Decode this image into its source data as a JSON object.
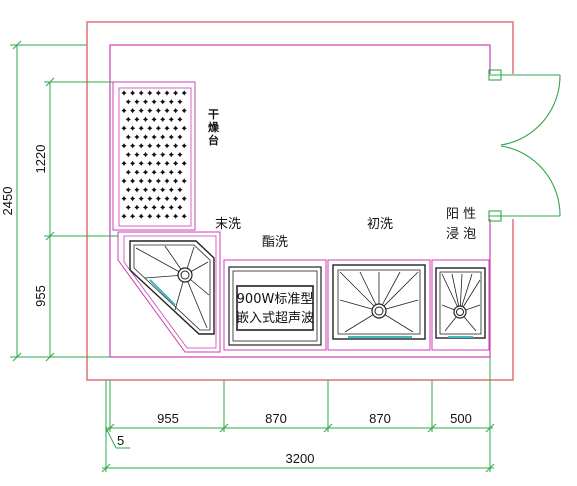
{
  "colors": {
    "outer_wall": "#e0707a",
    "inner_wall": "#cc3fb4",
    "dimension": "#2ea84a",
    "tank": "#222222",
    "highlight": "#3fb7bf",
    "text": "#111111"
  },
  "dimensions": {
    "left": {
      "total": "2450",
      "upper": "1220",
      "lower": "955"
    },
    "bottom": {
      "segments": [
        "955",
        "870",
        "870",
        "500"
      ],
      "offset": "5",
      "total": "3200"
    }
  },
  "labels": {
    "dry_table": "干\n燥\n台",
    "final_wash": "末洗",
    "acid_wash": "酯洗",
    "rough_wash": "初洗",
    "anodize_soak_line1": "阳 性",
    "anodize_soak_line2": "浸 泡"
  },
  "ultrasonic_box": {
    "line1": "900W标准型",
    "line2": "嵌入式超声波"
  }
}
